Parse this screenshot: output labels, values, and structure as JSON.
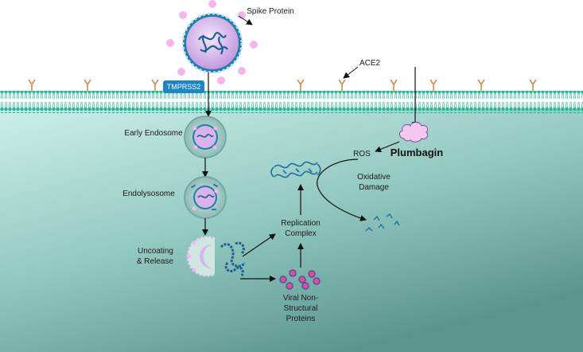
{
  "labels": {
    "spike_protein": "Spike Protein",
    "ace2": "ACE2",
    "tmprss2": "TMPRSS2",
    "early_endosome": "Early Endosome",
    "endolysosome": "Endolysosome",
    "uncoating_line1": "Uncoating",
    "uncoating_line2": "& Release",
    "replication_line1": "Replication",
    "replication_line2": "Complex",
    "nsp_line1": "Viral Non-",
    "nsp_line2": "Structural",
    "nsp_line3": "Proteins",
    "ros": "ROS",
    "plumbagin": "Plumbagin",
    "oxidative_line1": "Oxidative",
    "oxidative_line2": "Damage"
  },
  "colors": {
    "cytoplasm_top": "#c9ece8",
    "cytoplasm_bottom": "#5f9c94",
    "membrane": "#2fbfa0",
    "receptor": "#d78a4a",
    "virus_fill": "#d8b4ea",
    "spike": "#f2b8ec",
    "rna": "#1f5f8f",
    "tmprss2_fill": "#1a86c8",
    "nsp_fill": "#e0508c",
    "nsp_ring": "#5a4ca8",
    "endosome_fill": "#9ac7c2"
  },
  "icons": [
    "virus-icon",
    "receptor-icon",
    "endosome-icon",
    "rna-strand-icon",
    "cloud-icon",
    "protein-bead-icon"
  ]
}
